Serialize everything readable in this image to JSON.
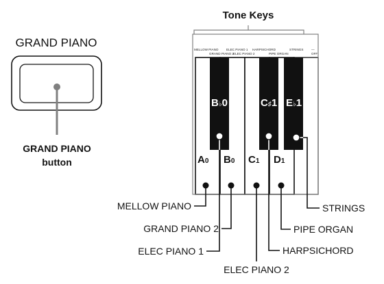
{
  "tone_keys": {
    "heading": "Tone Keys",
    "top_labels": [
      "MELLOW PIANO",
      "ELEC PIANO 1",
      "HARPSICHORD",
      "STRINGS",
      "—"
    ],
    "bottom_labels": [
      "GRAND PIANO 2",
      "ELEC PIANO 2",
      "PIPE ORGAN",
      "OFF"
    ]
  },
  "grand_piano": {
    "title": "GRAND PIANO",
    "caption_line1": "GRAND PIANO",
    "caption_line2": "button"
  },
  "keys": {
    "white": [
      {
        "note": "A",
        "octave": "0"
      },
      {
        "note": "B",
        "octave": "0"
      },
      {
        "note": "C",
        "octave": "1"
      },
      {
        "note": "D",
        "octave": "1"
      }
    ],
    "black": [
      {
        "note": "B",
        "accidental": "♭",
        "octave": "0"
      },
      {
        "note": "C",
        "accidental": "♯",
        "octave": "1"
      },
      {
        "note": "E",
        "accidental": "♭",
        "octave": "1"
      }
    ]
  },
  "callouts": {
    "mellow_piano": "MELLOW PIANO",
    "grand_piano_2": "GRAND PIANO 2",
    "elec_piano_1": "ELEC PIANO 1",
    "elec_piano_2": "ELEC PIANO 2",
    "harpsichord": "HARPSICHORD",
    "pipe_organ": "PIPE ORGAN",
    "strings": "STRINGS"
  }
}
